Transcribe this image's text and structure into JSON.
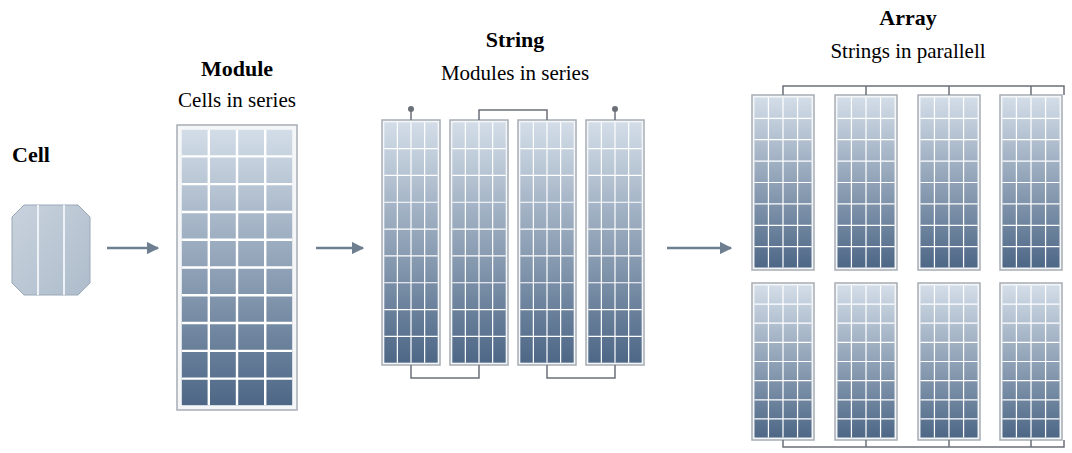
{
  "diagram": {
    "nodes": [
      {
        "text": [
          "Cell"
        ]
      },
      {
        "text": [
          "Module",
          "Cells in series"
        ]
      },
      {
        "text": [
          "String",
          "Modules in series"
        ]
      },
      {
        "text": [
          "Array",
          "Strings in parallell"
        ]
      }
    ],
    "edges": [
      {
        "from": 0,
        "to": 1,
        "arrow": "to"
      },
      {
        "from": 1,
        "to": 2,
        "arrow": "to"
      },
      {
        "from": 2,
        "to": 3,
        "arrow": "to"
      }
    ]
  }
}
